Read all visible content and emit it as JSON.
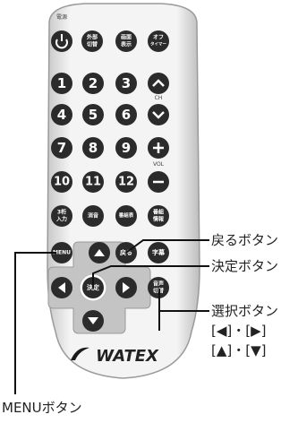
{
  "remote": {
    "brand": "WATEX",
    "power": {
      "top": "電源",
      "icon": "power-icon"
    },
    "top_buttons": [
      {
        "name": "external-switch-button",
        "line1": "外部",
        "line2": "切替"
      },
      {
        "name": "screen-display-button",
        "line1": "画面",
        "line2": "表示"
      },
      {
        "name": "off-timer-button",
        "line1": "オフ",
        "line2": "タイマー"
      }
    ],
    "digits": [
      "1",
      "2",
      "3",
      "4",
      "5",
      "6",
      "7",
      "8",
      "9",
      "10",
      "11",
      "12"
    ],
    "ch_label": "CH",
    "vol_label": "VOL",
    "row_function": [
      {
        "name": "three-digit-input-button",
        "line1": "3桁",
        "line2": "入力"
      },
      {
        "name": "mute-button",
        "line1": "消音",
        "line2": ""
      },
      {
        "name": "program-guide-button",
        "line1": "番組表",
        "line2": ""
      },
      {
        "name": "program-detail-button",
        "line1": "番組",
        "line2": "情報"
      }
    ],
    "menu": "MENU",
    "back": "戻る",
    "subtitle": "字幕",
    "ok": "決定",
    "audio_line1": "音声",
    "audio_line2": "切替"
  },
  "callouts": {
    "back": "戻るボタン",
    "ok": "決定ボタン",
    "select_line1": "選択ボタン",
    "select_line2": "[◀]・[▶]",
    "select_line3": "[▲]・[▼]",
    "menu": "MENUボタン"
  },
  "colors": {
    "button": "#2b2b2b",
    "body_light": "#ececec",
    "body_edge": "#9a9a9a",
    "dpad": "#bcbcbc",
    "line": "#111111"
  }
}
